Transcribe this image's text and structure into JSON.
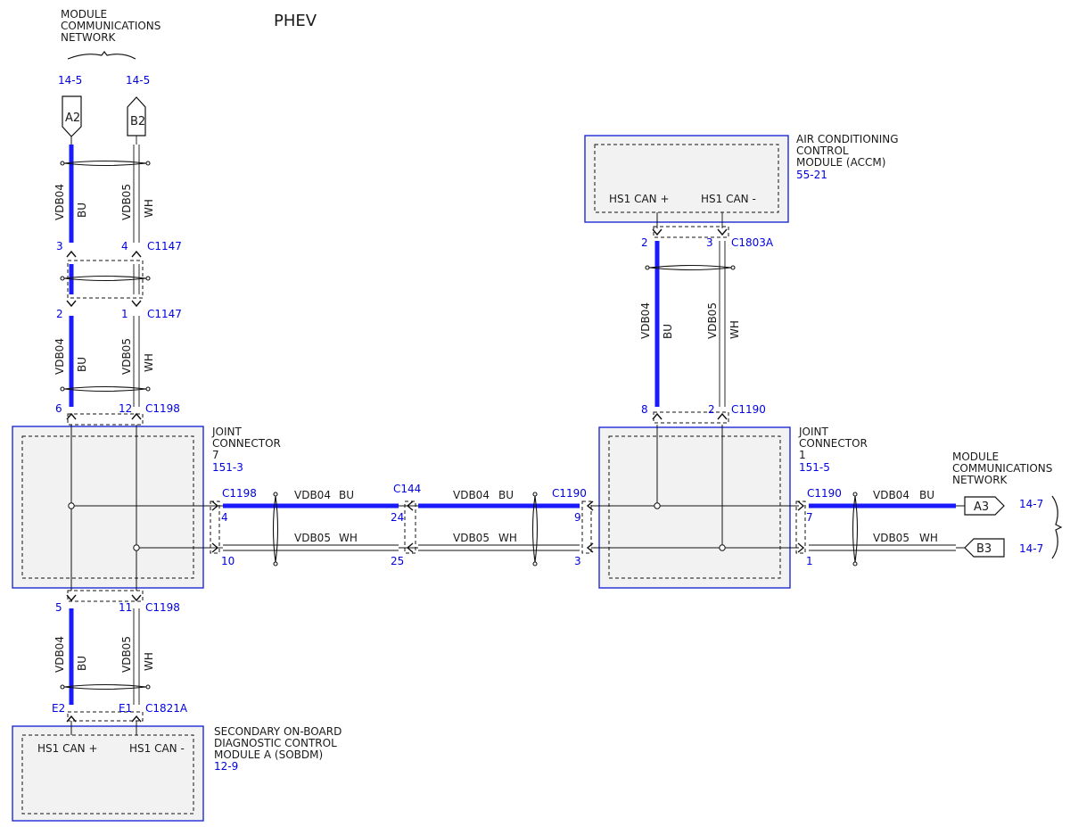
{
  "title": "PHEV",
  "colors": {
    "blue_wire": "#1a1aff",
    "module_border": "#1e2bd6",
    "ref_text": "#0000e0",
    "module_fill": "#f2f2f2"
  },
  "top_network": {
    "lines": [
      "MODULE",
      "COMMUNICATIONS",
      "NETWORK"
    ]
  },
  "right_network": {
    "lines": [
      "MODULE",
      "COMMUNICATIONS",
      "NETWORK"
    ]
  },
  "refs": {
    "a2": "14-5",
    "b2": "14-5",
    "a3": "14-7",
    "b3": "14-7"
  },
  "tags": {
    "a2": "A2",
    "b2": "B2",
    "a3": "A3",
    "b3": "B3"
  },
  "wires": {
    "vdb04": "VDB04",
    "vdb05": "VDB05",
    "bu": "BU",
    "wh": "WH"
  },
  "connectors": {
    "c1147": "C1147",
    "c1198": "C1198",
    "c1821a": "C1821A",
    "c1803a": "C1803A",
    "c1190": "C1190",
    "c144": "C144"
  },
  "pins": {
    "p3": "3",
    "p4": "4",
    "p2": "2",
    "p1": "1",
    "p6": "6",
    "p12": "12",
    "p5": "5",
    "p11": "11",
    "e2": "E2",
    "e1": "E1",
    "accm_2": "2",
    "accm_3": "3",
    "j1_8": "8",
    "j1_2": "2",
    "c1198_4": "4",
    "c1198_10": "10",
    "c144_24": "24",
    "c144_25": "25",
    "c1190_9": "9",
    "c1190_3": "3",
    "c1190_7": "7",
    "c1190_1": "1"
  },
  "accm": {
    "lines": [
      "AIR CONDITIONING",
      "CONTROL",
      "MODULE (ACCM)"
    ],
    "ref": "55-21",
    "pin_pos": "HS1 CAN +",
    "pin_neg": "HS1 CAN -"
  },
  "joint7": {
    "lines": [
      "JOINT",
      "CONNECTOR",
      "7"
    ],
    "ref": "151-3"
  },
  "joint1": {
    "lines": [
      "JOINT",
      "CONNECTOR",
      "1"
    ],
    "ref": "151-5"
  },
  "sobdm": {
    "lines": [
      "SECONDARY ON-BOARD",
      "DIAGNOSTIC CONTROL",
      "MODULE A (SOBDM)"
    ],
    "ref": "12-9",
    "pin_pos": "HS1 CAN +",
    "pin_neg": "HS1 CAN -"
  }
}
